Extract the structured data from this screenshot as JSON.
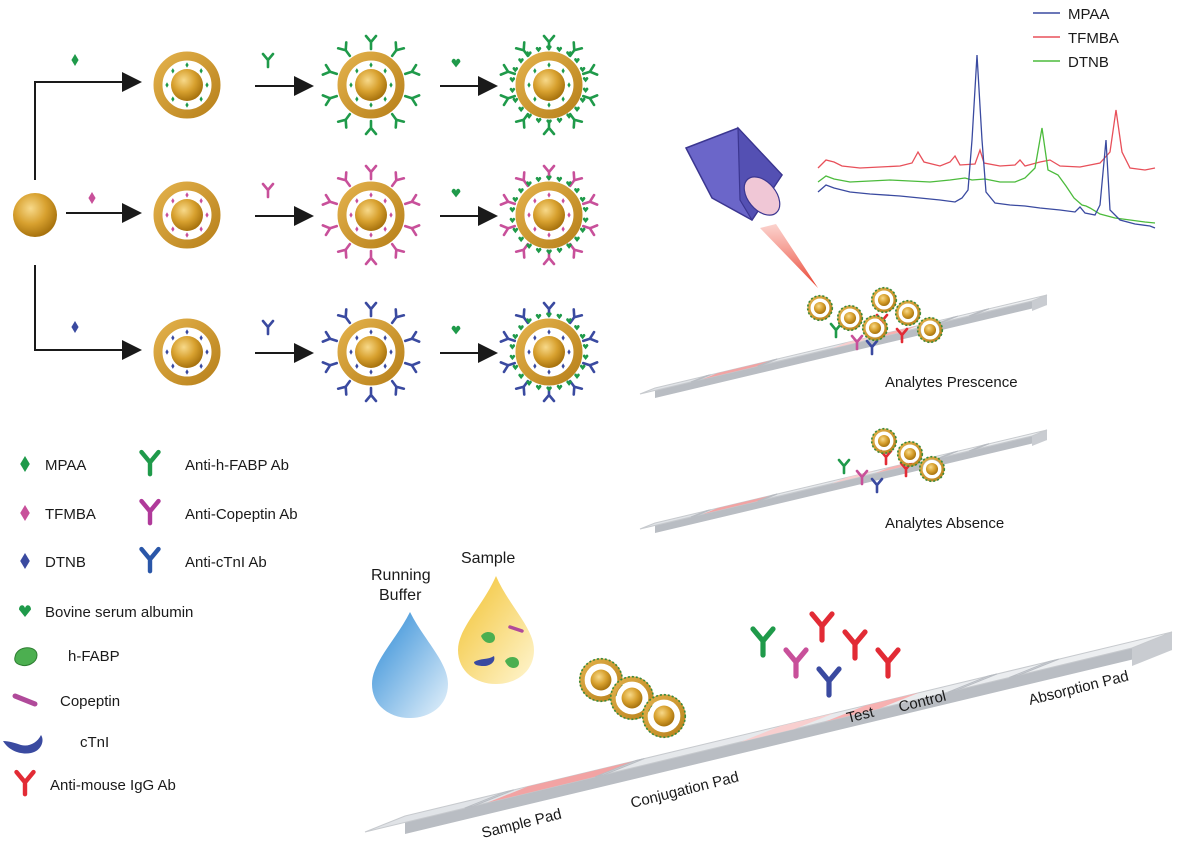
{
  "spectrum_legend": {
    "items": [
      {
        "label": "MPAA",
        "color": "#3a4aa0"
      },
      {
        "label": "TFMBA",
        "color": "#e8505a"
      },
      {
        "label": "DTNB",
        "color": "#4cbb3c"
      }
    ]
  },
  "strips": {
    "presence_label": "Analytes Prescence",
    "absence_label": "Analytes Absence",
    "main": {
      "sample_pad": "Sample Pad",
      "conjugation_pad": "Conjugation Pad",
      "test": "Test",
      "control": "Control",
      "absorption_pad": "Absorption Pad"
    }
  },
  "drops": {
    "running_buffer_line1": "Running",
    "running_buffer_line2": "Buffer",
    "sample": "Sample"
  },
  "legend": {
    "items": [
      {
        "label": "MPAA",
        "icon": "green-diamond-icon",
        "color": "#1f9a4a"
      },
      {
        "label": "Anti-h-FABP Ab",
        "icon": "green-antibody-icon",
        "color": "#1f9a4a"
      },
      {
        "label": "TFMBA",
        "icon": "pink-diamond-icon",
        "color": "#c8509a"
      },
      {
        "label": "Anti-Copeptin Ab",
        "icon": "pink-antibody-icon",
        "color": "#b03a9a"
      },
      {
        "label": "DTNB",
        "icon": "blue-diamond-icon",
        "color": "#3a4aa0"
      },
      {
        "label": "Anti-cTnI Ab",
        "icon": "blue-antibody-icon",
        "color": "#2a56a8"
      },
      {
        "label": "Bovine serum albumin",
        "icon": "bsa-icon",
        "color": "#1f9a4a"
      },
      {
        "label": "h-FABP",
        "icon": "hfabp-icon",
        "color": "#4caf50"
      },
      {
        "label": "Copeptin",
        "icon": "copeptin-icon",
        "color": "#b04a9a"
      },
      {
        "label": "cTnI",
        "icon": "ctni-icon",
        "color": "#3a4aa0"
      },
      {
        "label": "Anti-mouse IgG Ab",
        "icon": "red-antibody-icon",
        "color": "#e22b35"
      }
    ]
  },
  "colors": {
    "gold": "#d7a234",
    "gold_dark": "#b07b15",
    "green": "#1f9a4a",
    "pink": "#c8509a",
    "blue": "#3a4aa0",
    "red": "#e22b35",
    "strip": "#e4e6e9",
    "pad_red": "#f08080"
  }
}
